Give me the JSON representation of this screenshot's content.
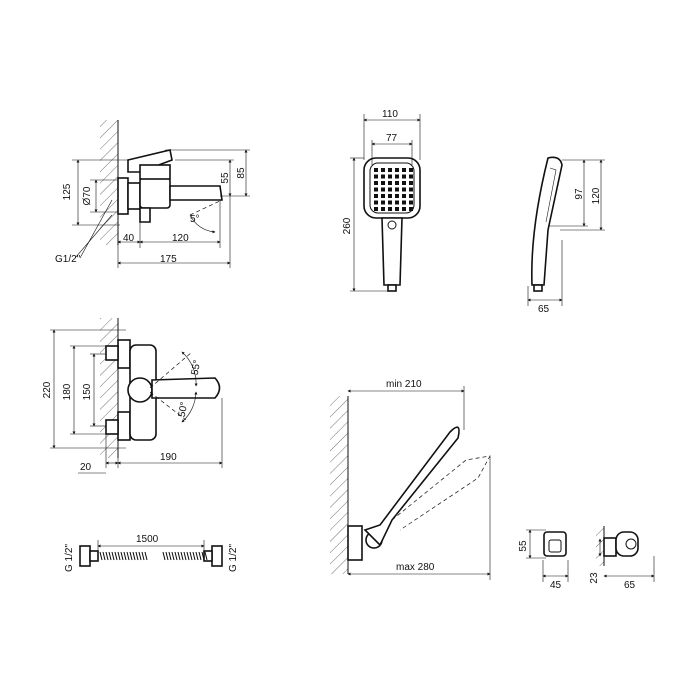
{
  "dims": {
    "d125": "125",
    "d70": "Ø70",
    "d55a": "55",
    "d85": "85",
    "d5deg": "5°",
    "d40": "40",
    "d120a": "120",
    "d175": "175",
    "g12a": "G1/2\"",
    "d110": "110",
    "d77": "77",
    "d260": "260",
    "d97": "97",
    "d120b": "120",
    "d65a": "65",
    "d220": "220",
    "d180": "180",
    "d150": "150",
    "d55deg": "55°",
    "d50deg": "50°",
    "d20": "20",
    "d190": "190",
    "min210": "min 210",
    "max280": "max 280",
    "d1500": "1500",
    "g12b": "G 1/2\"",
    "g12c": "G 1/2\"",
    "d55b": "55",
    "d45": "45",
    "d23": "23",
    "d65b": "65"
  }
}
